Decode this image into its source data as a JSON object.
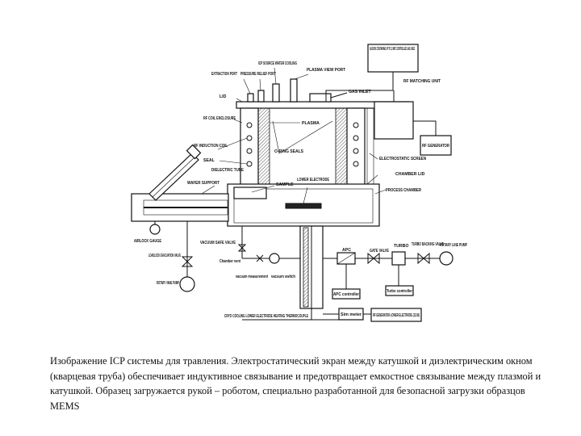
{
  "labels": {
    "gas_box": "GAS BOX CONTAINING UP TO 12 MFC CONTROLLED GAS LINES",
    "icp_source_cooling": "ICP SOURCE WATER COOLING",
    "extraction_port": "EXTRACTION PORT",
    "pressure_relief": "PRESSURE RELIEF PORT",
    "plasma_view": "PLASMA VIEW PORT",
    "gas_inlet": "GAS INLET",
    "rf_matching": "RF MATCHING UNIT",
    "lid": "LID",
    "rf_coil_enclosure": "RF COIL ENCLOSURE",
    "plasma": "PLASMA",
    "rf_induction_coil": "RF INDUCTION COIL",
    "seal": "SEAL",
    "oring_seals": "O-RING SEALS",
    "rf_generator": "RF GENERATOR",
    "electrostatic_screen": "ELECTROSTATIC SCREEN",
    "dielectric_tube": "DIELECTRIC TUBE",
    "chamber_lid": "CHAMBER LID",
    "wafer_support": "WAFER SUPPORT",
    "sample": "SAMPLE",
    "lower_electrode": "LOWER ELECTRODE",
    "process_chamber": "PROCESS CHAMBER",
    "airlock_gauge": "AIRLOCK GAUGE",
    "vacuum_safe_valve": "VACUUM SAFE VALVE",
    "turbo": "TURBO",
    "turbo_backing_valve": "TURBO BACKING VALVE",
    "rotary_line_pump": "ROTARY LINE PUMP",
    "loadlock_evac_valve": "LOADLOCK EVACUATION VALVE",
    "chamber_vent": "Chamber vent",
    "apc": "APC",
    "gate_valve": "GATE VALVE",
    "vacuum_measurement": "vacuum measurement",
    "vacuum_switch": "vacuum switch",
    "rotary_vane_pump": "ROTARY VANE PUMP",
    "apc_controller": "APC controller",
    "turbo_controller": "Turbo controller",
    "cryo_cooling": "CRYO COOLING LOWER ELECTRODE HEATING THERMOCOUPLE",
    "sim_meter": "Sim meter",
    "lower_rf_generator": "RF GENERATOR LOWER ELECTRODE (13.56)"
  },
  "caption": "Изображение ICP системы для травления. Электростатический экран между катушкой и диэлектрическим окном (кварцевая труба) обеспечивает индуктивное связывание и предотвращает емкостное связывание между плазмой и катушкой. Образец загружается рукой – роботом, специально разработанной для безопасной загрузки образцов MEMS"
}
